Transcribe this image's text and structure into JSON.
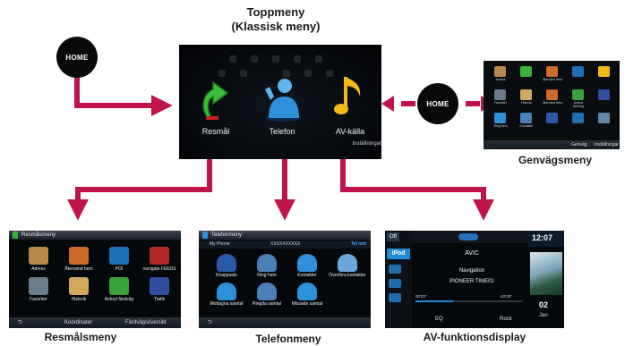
{
  "labels": {
    "top_line1": "Toppmeny",
    "top_line2": "(Klassisk meny)",
    "shortcut": "Genvägsmeny",
    "dest": "Resmålsmeny",
    "phone": "Telefonmeny",
    "av": "AV-funktionsdisplay"
  },
  "home_label": "HOME",
  "top_menu": {
    "items": [
      "Resmål",
      "Telefon",
      "AV-källa"
    ],
    "settings": "Inställningar"
  },
  "shortcut_menu": {
    "icons": [
      "Adress",
      "",
      "Återvänd hem",
      "",
      "",
      "Favoriter",
      "Historik",
      "Återvänd hem",
      "Avbrot färdväg",
      "",
      "Ring hem",
      "Kontakter",
      "",
      "",
      ""
    ],
    "bottom": [
      "Genväg",
      "Inställningar"
    ]
  },
  "dest_menu": {
    "title": "Resmålsmeny",
    "items": [
      "Adress",
      "Återvänd hem",
      "POI",
      "navigate FEEDS",
      "Favoriter",
      "Historik",
      "Avbryt färdväg",
      "Trafik"
    ],
    "bottom": [
      "Koordinater",
      "Färdvägsöversikt"
    ],
    "back": "⮌"
  },
  "phone_menu": {
    "title": "Telefonmeny",
    "device": "My Phone",
    "number": "XXXXXXXXXX",
    "status": "Tel mm",
    "items": [
      "Knappsats",
      "Ring hem",
      "Kontakter",
      "Överföra kontakter",
      "Mottagna samtal",
      "Ringda samtal",
      "Missade samtal"
    ],
    "back": "⮌"
  },
  "av_display": {
    "off": "Off",
    "source": "iPod",
    "title": "AVIC",
    "album": "Navigation",
    "artist": "PIONEER TIME01",
    "elapsed": "00'23\"",
    "remaining": "-02'45\"",
    "eq": "EQ",
    "rock": "Rock",
    "clock": "12:07",
    "date": "02",
    "weekday": "Jan",
    "progress": 0.35
  },
  "colors": {
    "arrow": "#c0134a",
    "screen_bg": "#050709",
    "accent_blue": "#1f8ad6"
  }
}
